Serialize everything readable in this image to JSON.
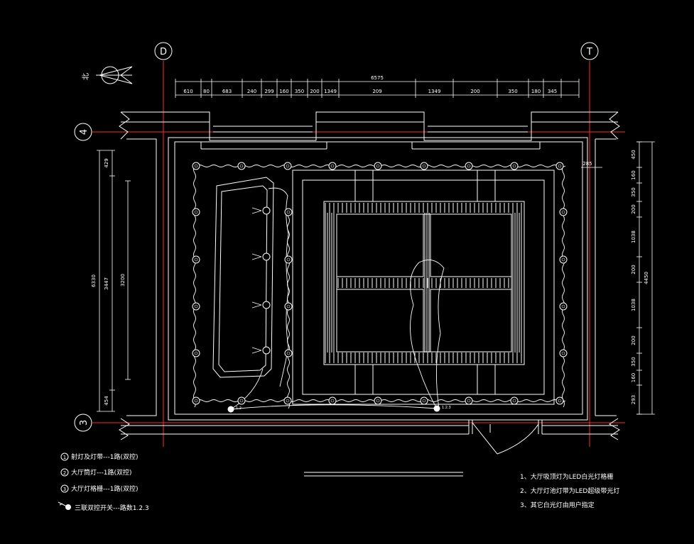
{
  "north_label": "北",
  "grid_labels": {
    "col_left": "D",
    "col_right": "T",
    "row_top": "4",
    "row_bottom": "3"
  },
  "top_dims": {
    "overall": "6575",
    "segments": [
      "610",
      "80",
      "683",
      "240",
      "299",
      "160",
      "350",
      "200",
      "1349",
      "209",
      "1349",
      "200",
      "350",
      "180",
      "345"
    ]
  },
  "left_dims": {
    "overall": "6330",
    "inner_a": "3447",
    "inner_b": "3200",
    "top_seg": "429",
    "bottom_seg": "454"
  },
  "right_dims": {
    "overall": "4450",
    "segments": [
      "450",
      "160",
      "350",
      "200",
      "1038",
      "200",
      "1038",
      "200",
      "350",
      "160",
      "293"
    ],
    "wall_offset": "285"
  },
  "switch_tags": {
    "left": "1.2",
    "right": "1.2.3"
  },
  "legend": [
    {
      "symbol": "1",
      "text": "射灯及灯带---1路(双控)"
    },
    {
      "symbol": "2",
      "text": "大厅筒灯---1路(双控)"
    },
    {
      "symbol": "3",
      "text": "大厅灯格栅---1路(双控)"
    },
    {
      "symbol": "switch",
      "text": "三联双控开关---路数1.2.3"
    }
  ],
  "notes": [
    "1、大厅吸顶灯为LED白光灯格栅",
    "2、大厅灯池灯带为LED超级带光灯",
    "3、其它白光灯由用户指定"
  ],
  "colors": {
    "background": "#000000",
    "line": "#ffffff",
    "axis": "#ff2a2a",
    "grid_circle": "#ffffff"
  }
}
